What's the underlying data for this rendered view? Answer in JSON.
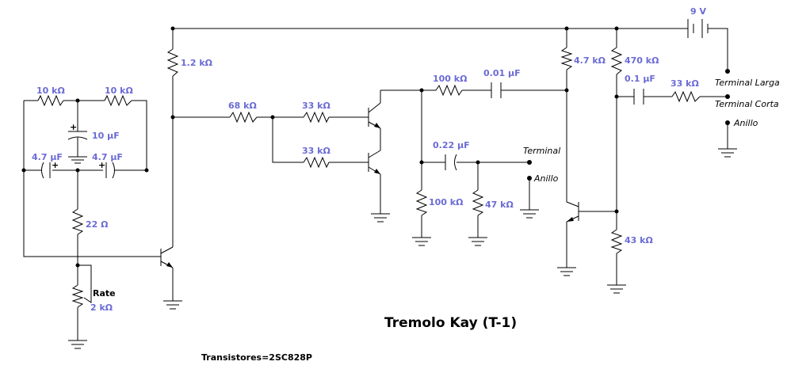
{
  "title": "Tremolo Kay (T-1)",
  "note": "Transistores=2SC828P",
  "colors": {
    "wire": "#000000",
    "value_text": "#6b6bd6"
  },
  "components": {
    "r_10k_a": "10 kΩ",
    "r_10k_b": "10 kΩ",
    "c_10u": "10 µF",
    "c_4u7_a": "4.7 µF",
    "c_4u7_b": "4.7 µF",
    "r_22": "22 Ω",
    "pot_rate_name": "Rate",
    "pot_rate": "2 kΩ",
    "r_1k2": "1.2 kΩ",
    "r_68k": "68 kΩ",
    "r_33k_a": "33 kΩ",
    "r_33k_b": "33 kΩ",
    "r_100k_a": "100 kΩ",
    "c_0u01": "0.01 µF",
    "c_0u22": "0.22 µF",
    "r_100k_b": "100 kΩ",
    "r_47k": "47 kΩ",
    "r_4k7": "4.7 kΩ",
    "r_470k": "470 kΩ",
    "c_0u1": "0.1 µF",
    "r_33k_c": "33 kΩ",
    "r_43k": "43 kΩ",
    "battery": "9 V"
  },
  "terminals": {
    "terminal": "Terminal",
    "anillo_mid": "Anillo",
    "larga": "Terminal Larga",
    "corta": "Terminal Corta",
    "anillo_right": "Anillo"
  }
}
